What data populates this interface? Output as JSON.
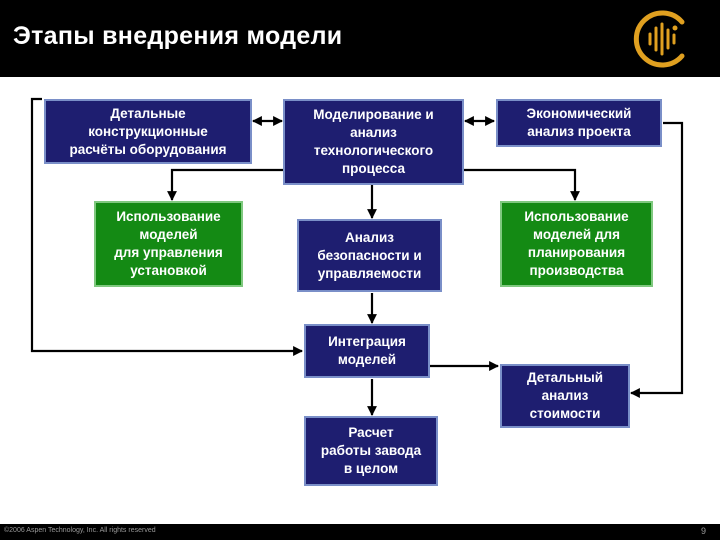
{
  "header": {
    "title": "Этапы внедрения модели",
    "logo_icon": "aspen-logo-icon"
  },
  "boxes": {
    "detailed_design": "Детальные\nконструкционные\nрасчёты оборудования",
    "process_modeling": "Моделирование и\nанализ\nтехнологического\nпроцесса",
    "economic_analysis": "Экономический\nанализ проекта",
    "models_control": "Использование\nмоделей\nдля управления\nустановкой",
    "safety_analysis": "Анализ\nбезопасности и\nуправляемости",
    "models_planning": "Использование\nмоделей для\nпланирования\nпроизводства",
    "model_integration": "Интеграция\nмоделей",
    "cost_analysis": "Детальный\nанализ\nстоимости",
    "plant_calculation": "Расчет\nработы завода\nв целом"
  },
  "footer": {
    "copyright": "©2006 Aspen Technology, Inc. All rights reserved",
    "page_number": "9"
  },
  "colors": {
    "header_bg": "#000000",
    "box_blue": "#1e1e70",
    "box_green": "#148a14",
    "logo_gold": "#e0a020"
  }
}
